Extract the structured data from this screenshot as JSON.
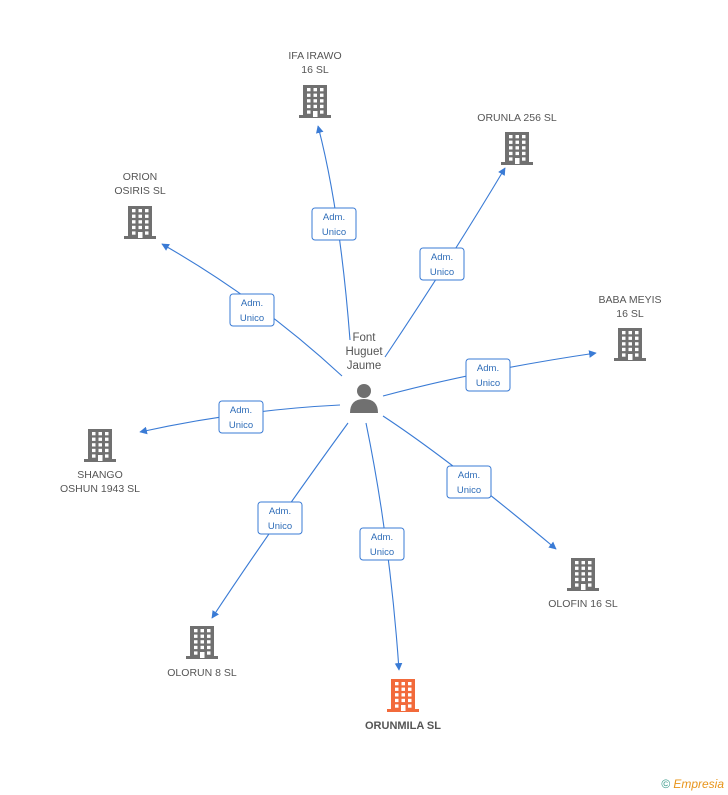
{
  "colors": {
    "edge": "#3a7bd5",
    "building": "#707070",
    "highlight": "#f26a3b",
    "person": "#707070"
  },
  "center": {
    "label_lines": [
      "Font",
      "Huguet",
      "Jaume"
    ],
    "icon": "person-icon"
  },
  "relation_label": [
    "Adm.",
    "Unico"
  ],
  "companies": [
    {
      "id": "ifa",
      "label_lines": [
        "IFA IRAWO",
        "16 SL"
      ],
      "highlight": false,
      "icon": "building-icon"
    },
    {
      "id": "orunla",
      "label_lines": [
        "ORUNLA 256 SL"
      ],
      "highlight": false,
      "icon": "building-icon"
    },
    {
      "id": "orion",
      "label_lines": [
        "ORION",
        "OSIRIS SL"
      ],
      "highlight": false,
      "icon": "building-icon"
    },
    {
      "id": "baba",
      "label_lines": [
        "BABA MEYIS",
        "16 SL"
      ],
      "highlight": false,
      "icon": "building-icon"
    },
    {
      "id": "shango",
      "label_lines": [
        "SHANGO",
        "OSHUN 1943 SL"
      ],
      "highlight": false,
      "icon": "building-icon"
    },
    {
      "id": "olofin",
      "label_lines": [
        "OLOFIN 16 SL"
      ],
      "highlight": false,
      "icon": "building-icon"
    },
    {
      "id": "olorun",
      "label_lines": [
        "OLORUN 8 SL"
      ],
      "highlight": false,
      "icon": "building-icon"
    },
    {
      "id": "orunmila",
      "label_lines": [
        "ORUNMILA SL"
      ],
      "highlight": true,
      "icon": "building-icon"
    }
  ],
  "footer": {
    "copyright": "©",
    "brand": "Empresia"
  }
}
